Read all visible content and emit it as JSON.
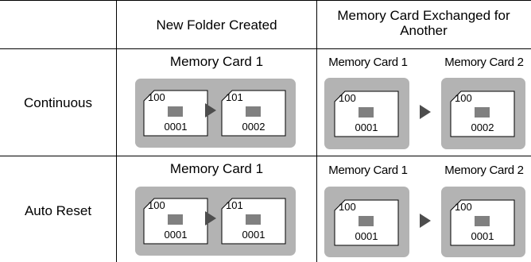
{
  "header": {
    "col1": "New Folder Created",
    "col2": "Memory Card Exchanged for Another"
  },
  "rows": [
    {
      "label": "Continuous",
      "new_folder": {
        "card_label": "Memory Card 1",
        "folders": [
          {
            "folder": "100",
            "file": "0001"
          },
          {
            "folder": "101",
            "file": "0002"
          }
        ]
      },
      "exchanged": {
        "card1_label": "Memory Card 1",
        "card2_label": "Memory Card 2",
        "folders": [
          {
            "folder": "100",
            "file": "0001"
          },
          {
            "folder": "100",
            "file": "0002"
          }
        ]
      }
    },
    {
      "label": "Auto Reset",
      "new_folder": {
        "card_label": "Memory Card 1",
        "folders": [
          {
            "folder": "100",
            "file": "0001"
          },
          {
            "folder": "101",
            "file": "0001"
          }
        ]
      },
      "exchanged": {
        "card1_label": "Memory Card 1",
        "card2_label": "Memory Card 2",
        "folders": [
          {
            "folder": "100",
            "file": "0001"
          },
          {
            "folder": "100",
            "file": "0001"
          }
        ]
      }
    }
  ],
  "colors": {
    "panel": "#b3b3b3",
    "folder_fill": "#ffffff",
    "file_icon": "#808080",
    "arrow": "#4d4d4d"
  },
  "icons": {
    "folder": "folder-icon",
    "file": "file-icon",
    "arrow": "right-arrow-icon"
  }
}
